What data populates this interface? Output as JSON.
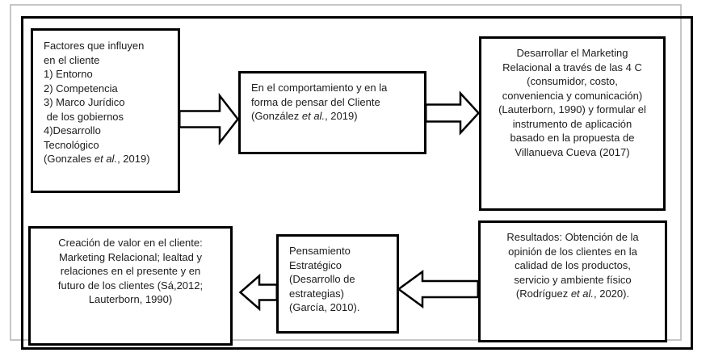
{
  "colors": {
    "background": "#ffffff",
    "box_border": "#000000",
    "outer_frame_border": "#c6c6c6",
    "text": "#1c1c1c"
  },
  "boxes": {
    "factores": {
      "pre": "Factores que influyen\nen el cliente\n1) Entorno\n2) Competencia\n3) Marco Jurídico\n de los gobiernos\n4)Desarrollo\nTecnológico\n(Gonzales ",
      "italic": "et al.",
      "post": ", 2019)"
    },
    "comportamiento": {
      "pre": "En el comportamiento y en la\nforma de pensar del Cliente\n(González ",
      "italic": "et al.",
      "post": ", 2019)"
    },
    "marketing": {
      "pre": "Desarrollar el Marketing\nRelacional a través de las 4 C\n(consumidor, costo,\nconveniencia y comunicación)\n(Lauterborn, 1990) y formular el\ninstrumento de aplicación\nbasado en la propuesta de\nVillanueva Cueva (2017)",
      "italic": "",
      "post": ""
    },
    "resultados": {
      "pre": "Resultados: Obtención de la\nopinión de los clientes en la\ncalidad de los productos,\nservicio y ambiente físico\n(Rodríguez ",
      "italic": "et al.",
      "post": ", 2020)."
    },
    "pensamiento": {
      "pre": "Pensamiento\nEstratégico\n(Desarrollo de\nestrategias)\n(García, 2010).",
      "italic": "",
      "post": ""
    },
    "creacion": {
      "pre": "Creación de valor en el cliente:\nMarketing Relacional; lealtad y\nrelaciones en el presente y en\nfuturo de los clientes (Sá,2012;\nLauterborn, 1990)",
      "italic": "",
      "post": ""
    }
  }
}
